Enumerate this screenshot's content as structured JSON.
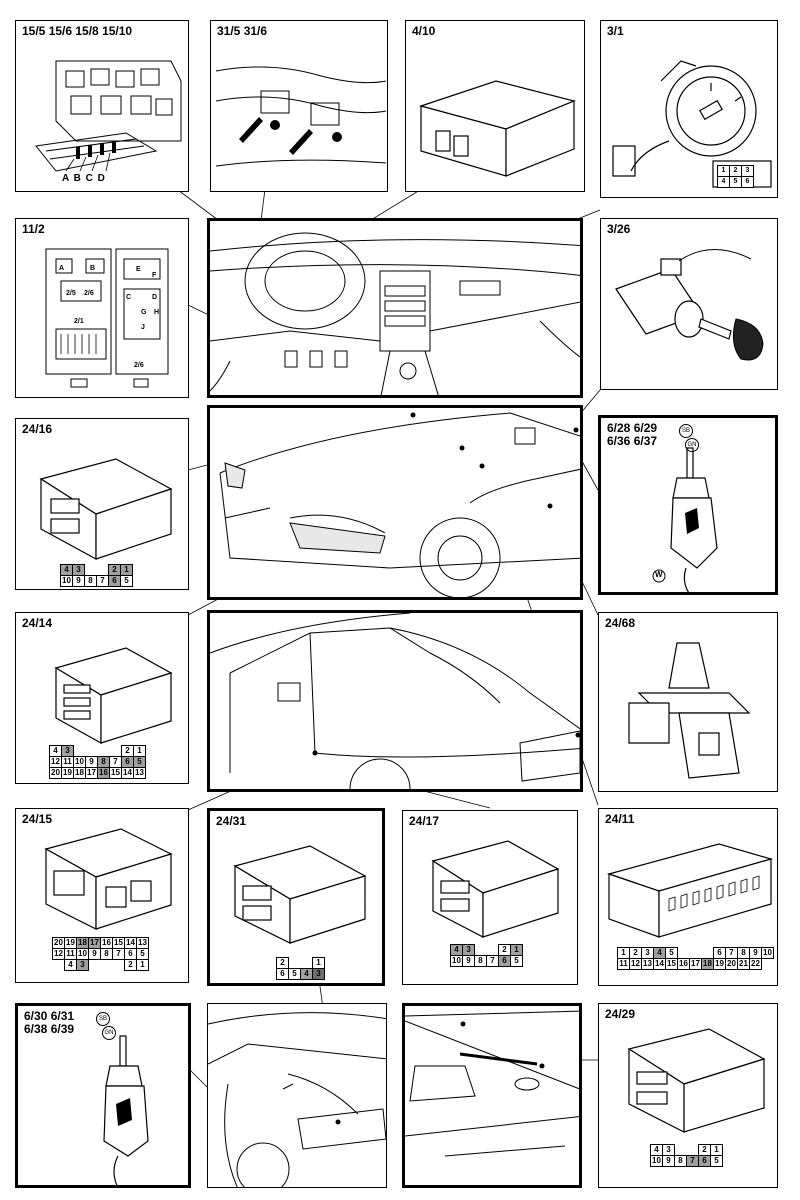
{
  "panels": {
    "fusebox": {
      "label": "15/5 15/6 15/8 15/10",
      "sub": "A B C D"
    },
    "ground": {
      "label": "31/5  31/6"
    },
    "module": {
      "label": "4/10"
    },
    "ignition": {
      "label": "3/1",
      "pins": [
        "1",
        "2",
        "3",
        "4",
        "5",
        "6"
      ]
    },
    "relay_centre": {
      "label": "11/2",
      "tags": [
        "A",
        "B",
        "E",
        "F",
        "C",
        "D",
        "G",
        "H",
        "J",
        "2/5",
        "2/6",
        "2/6",
        "2/1"
      ]
    },
    "ignition_lock": {
      "label": "3/26"
    },
    "c24_16": {
      "label": "24/16"
    },
    "bulb_front": {
      "label": "6/28 6/29\n6/36 6/37",
      "badge_a": "SB",
      "badge_b": "GN",
      "w": "W"
    },
    "c24_14": {
      "label": "24/14"
    },
    "clip_24_68": {
      "label": "24/68"
    },
    "c24_15": {
      "label": "24/15"
    },
    "c24_31": {
      "label": "24/31"
    },
    "c24_17": {
      "label": "24/17"
    },
    "c24_11": {
      "label": "24/11"
    },
    "bulb_rear": {
      "label": "6/30 6/31\n6/38 6/39",
      "badge_a": "SB",
      "badge_b": "GN"
    },
    "c24_29": {
      "label": "24/29"
    }
  }
}
